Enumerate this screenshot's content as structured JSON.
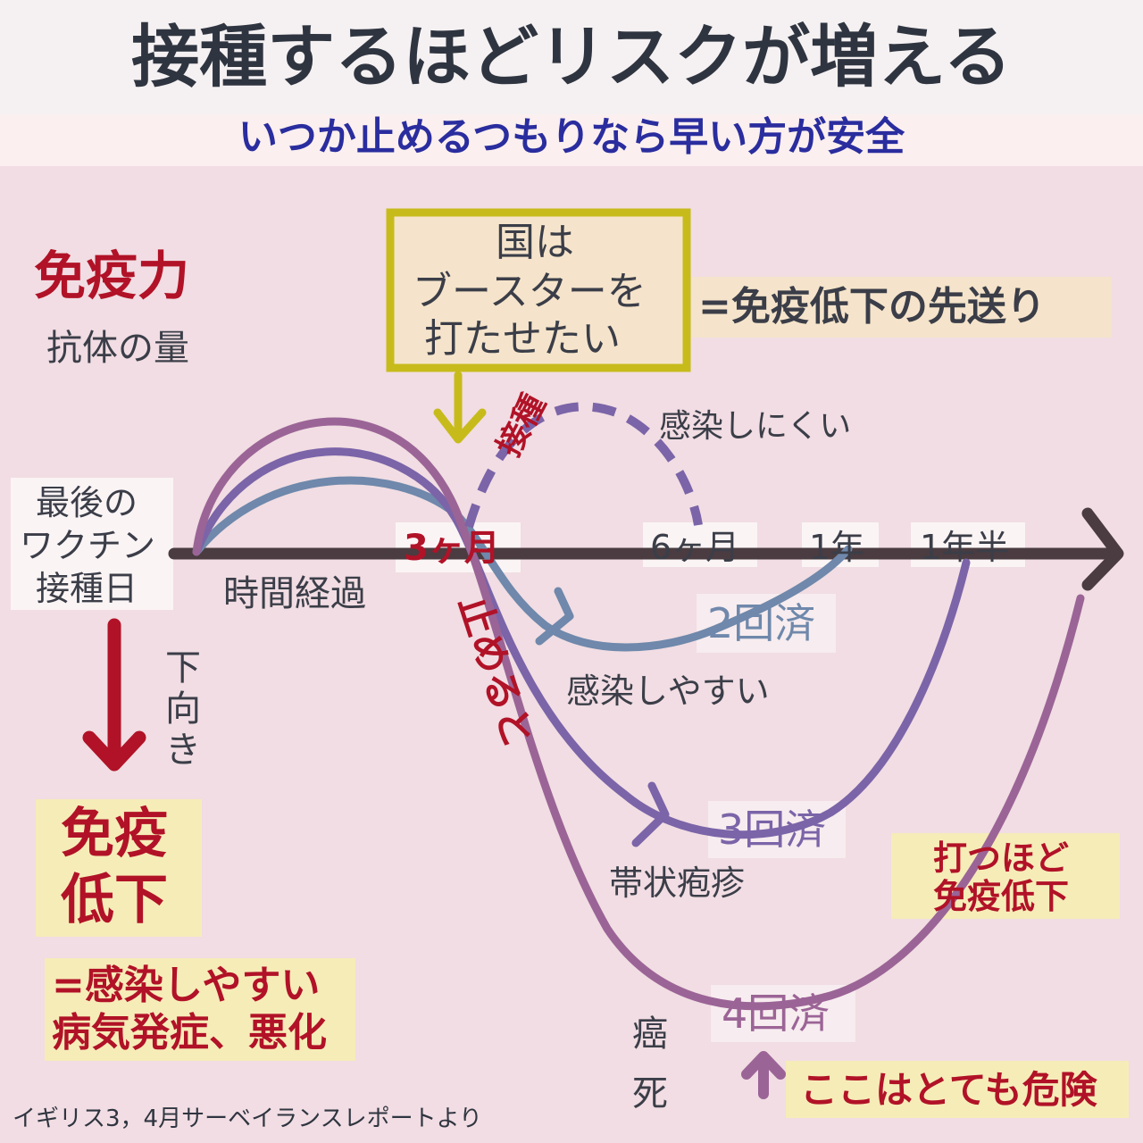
{
  "title": "接種するほどリスクが増える",
  "subtitle": "いつか止めるつもりなら早い方が安全",
  "y_axis": {
    "label_main": "免疫力",
    "label_sub": "抗体の量"
  },
  "origin_label": [
    "最後の",
    "ワクチン",
    "接種日"
  ],
  "x_axis": {
    "label": "時間経過",
    "ticks": [
      "3ヶ月",
      "6ヶ月",
      "1年",
      "1年半"
    ]
  },
  "callout_box": [
    "国は",
    "ブースターを",
    "打たせたい"
  ],
  "callout_note": "=免疫低下の先送り",
  "booster_label": "接種",
  "stop_label": "止めると",
  "infection_resistant": "感染しにくい",
  "infection_prone": "感染しやすい",
  "curve_labels": [
    "2回済",
    "3回済",
    "4回済"
  ],
  "outcomes": {
    "shingles": "帯状疱疹",
    "cancer": "癌",
    "death": "死"
  },
  "direction_label": [
    "下",
    "向",
    "き"
  ],
  "immune_decline": [
    "免疫",
    "低下"
  ],
  "decline_meaning": [
    "=感染しやすい",
    "病気発症、悪化"
  ],
  "more_shots_note": [
    "打つほど",
    "免疫低下"
  ],
  "danger_note": "ここはとても危険",
  "source": "イギリス3，4月サーベイランスレポートより",
  "colors": {
    "title": "#2f3540",
    "subtitle": "#2a2d9e",
    "accent_red": "#b11227",
    "axis": "#4a3c40",
    "curve_2": "#6f88ab",
    "curve_3": "#7b64a8",
    "curve_4": "#9b6496",
    "callout_border": "#c7bb1c",
    "note_bg": "#f6ecb8"
  }
}
